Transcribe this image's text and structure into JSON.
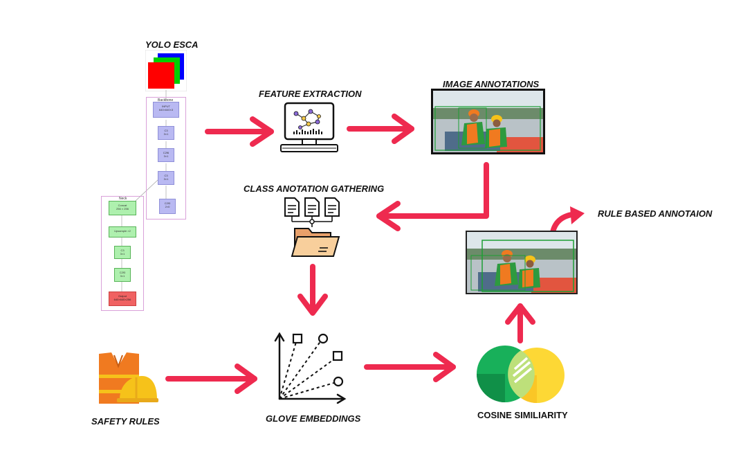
{
  "labels": {
    "yolo": "YOLO ESCA",
    "feature": "FEATURE EXTRACTION",
    "image_annotations": "IMAGE ANNOTATIONS",
    "class_gathering": "CLASS ANOTATION GATHERING",
    "rule_based": "RULE BASED ANNOTAION",
    "safety_rules": "SAFETY RULES",
    "glove": "GLOVE EMBEDDINGS",
    "cosine": "COSINE SIMILIARITY"
  },
  "yolo_arch": {
    "backbone_title": "Backbone",
    "neck_title": "Neck",
    "backbone_blocks": [
      {
        "name": "INPUT",
        "sub": "640×640×3"
      },
      {
        "name": "C3",
        "sub": "3×1"
      },
      {
        "name": "C2f6",
        "sub": "3×1"
      },
      {
        "name": "C3",
        "sub": "3×1"
      },
      {
        "name": "C2f3",
        "sub": "2×0"
      }
    ],
    "neck_blocks": [
      {
        "name": "Concat",
        "sub": "256 × 256"
      },
      {
        "name": "Upsample ×2",
        "sub": ""
      },
      {
        "name": "C3",
        "sub": "3×1"
      },
      {
        "name": "C2f3",
        "sub": "3×1"
      },
      {
        "name": "Output",
        "sub": "640×640×256"
      }
    ]
  },
  "colors": {
    "arrow": "#ee2a4f",
    "yolo_red": "#ff0000",
    "yolo_green": "#00d000",
    "yolo_blue": "#0000ff",
    "cosine_green": "#18b05a",
    "cosine_yellow": "#f7cc1a",
    "vest_orange": "#f07a20",
    "helmet_yellow": "#f6c21a"
  },
  "icons": [
    "computer-graph-icon",
    "documents-folder-icon",
    "safety-vest-helmet-icon",
    "scatter-plot-icon",
    "venn-diagram-icon"
  ]
}
